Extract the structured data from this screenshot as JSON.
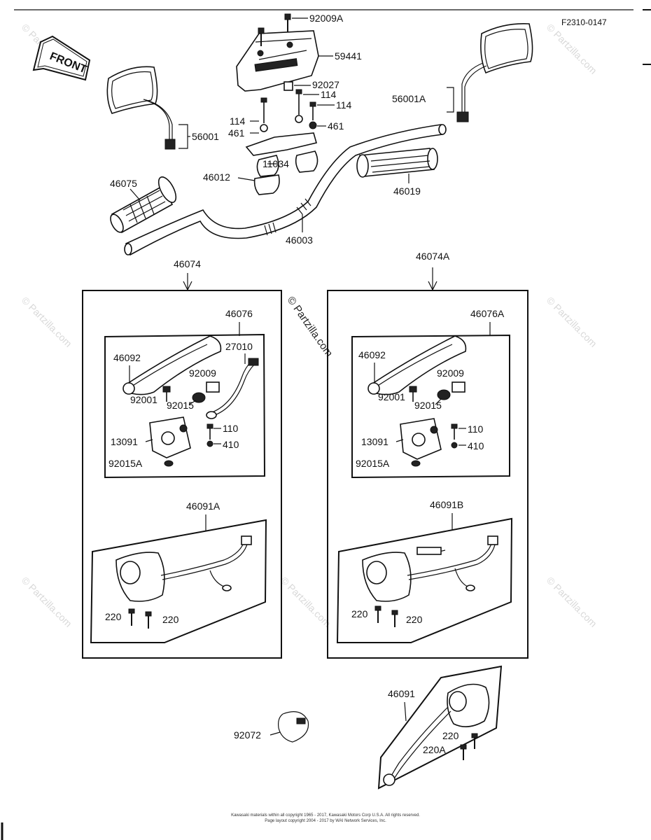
{
  "figure_code": "F2310-0147",
  "front_arrow_label": "FRONT",
  "watermark": "© Partzilla.com",
  "copyright_line1": "Kawasaki materials within all copyright 1965 - 2017, Kawasaki Motors Corp U.S.A. All rights reserved.",
  "copyright_line2": "Page layout copyright 2004 - 2017 by WAI Network Services, Inc.",
  "labels": {
    "p92009A": "92009A",
    "p59441": "59441",
    "p92027": "92027",
    "p114a": "114",
    "p114b": "114",
    "p114c": "114",
    "p461a": "461",
    "p461b": "461",
    "p56001": "56001",
    "p56001A": "56001A",
    "p11034": "11034",
    "p46012": "46012",
    "p46075": "46075",
    "p46019": "46019",
    "p46003": "46003",
    "p46074": "46074",
    "p46074A": "46074A",
    "L46076": "46076",
    "L46092": "46092",
    "L27010": "27010",
    "L92009": "92009",
    "L92001": "92001",
    "L92015": "92015",
    "L110": "110",
    "L13091": "13091",
    "L410": "410",
    "L92015A": "92015A",
    "L46091A": "46091A",
    "L220a": "220",
    "L220b": "220",
    "R46076A": "46076A",
    "R46092": "46092",
    "R92009": "92009",
    "R92001": "92001",
    "R92015": "92015",
    "R110": "110",
    "R13091": "13091",
    "R410": "410",
    "R92015A": "92015A",
    "R46091B": "46091B",
    "R220a": "220",
    "R220b": "220",
    "B46091": "46091",
    "B92072": "92072",
    "B220": "220",
    "B220A": "220A"
  }
}
